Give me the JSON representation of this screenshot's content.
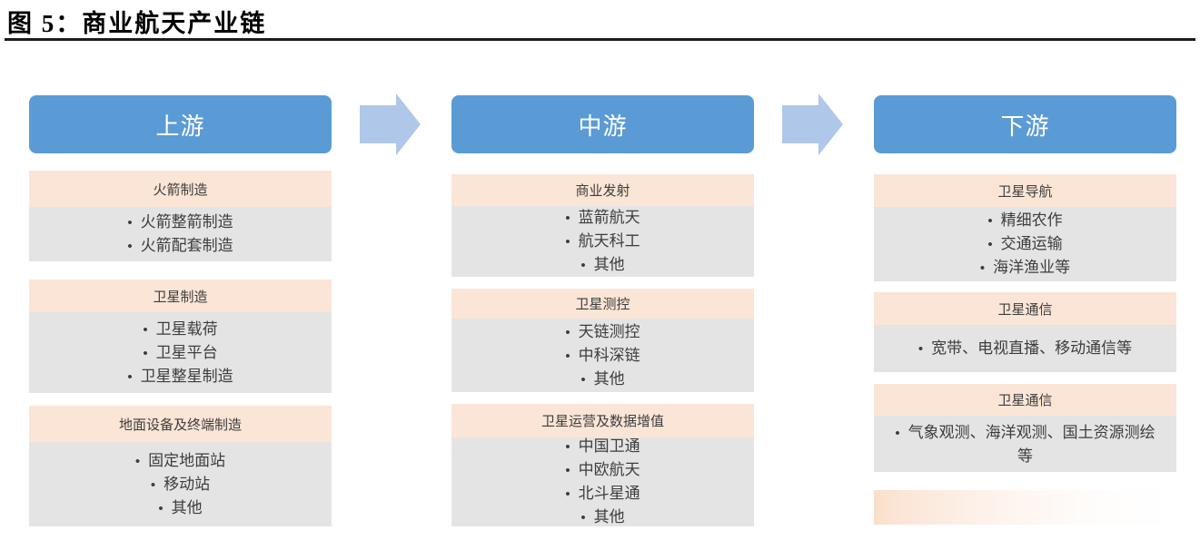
{
  "figure": {
    "title": "图 5：商业航天产业链"
  },
  "colors": {
    "stage_header_blue": "#5B9BD5",
    "arrow_blue": "#AFC7E8",
    "section_title_peach": "#FBE5D6",
    "section_body_gray": "#E5E4E4",
    "text_dark": "#3d3d3d",
    "title_black": "#000000"
  },
  "icons": {
    "arrow_right": "block-arrow-right"
  },
  "columns": [
    {
      "header": "上游",
      "sections": [
        {
          "title": "火箭制造",
          "items": [
            "火箭整箭制造",
            "火箭配套制造"
          ]
        },
        {
          "title": "卫星制造",
          "items": [
            "卫星载荷",
            "卫星平台",
            "卫星整星制造"
          ]
        },
        {
          "title": "地面设备及终端制造",
          "items": [
            "固定地面站",
            "移动站",
            "其他"
          ]
        }
      ]
    },
    {
      "header": "中游",
      "sections": [
        {
          "title": "商业发射",
          "items": [
            "蓝箭航天",
            "航天科工",
            "其他"
          ]
        },
        {
          "title": "卫星测控",
          "items": [
            "天链测控",
            "中科深链",
            "其他"
          ]
        },
        {
          "title": "卫星运营及数据增值",
          "items": [
            "中国卫通",
            "中欧航天",
            "北斗星通",
            "其他"
          ]
        }
      ]
    },
    {
      "header": "下游",
      "sections": [
        {
          "title": "卫星导航",
          "items": [
            "精细农作",
            "交通运输",
            "海洋渔业等"
          ]
        },
        {
          "title": "卫星通信",
          "items": [
            "宽带、电视直播、移动通信等"
          ]
        },
        {
          "title": "卫星通信",
          "items": [
            "气象观测、海洋观测、国土资源测绘等"
          ]
        }
      ]
    }
  ]
}
